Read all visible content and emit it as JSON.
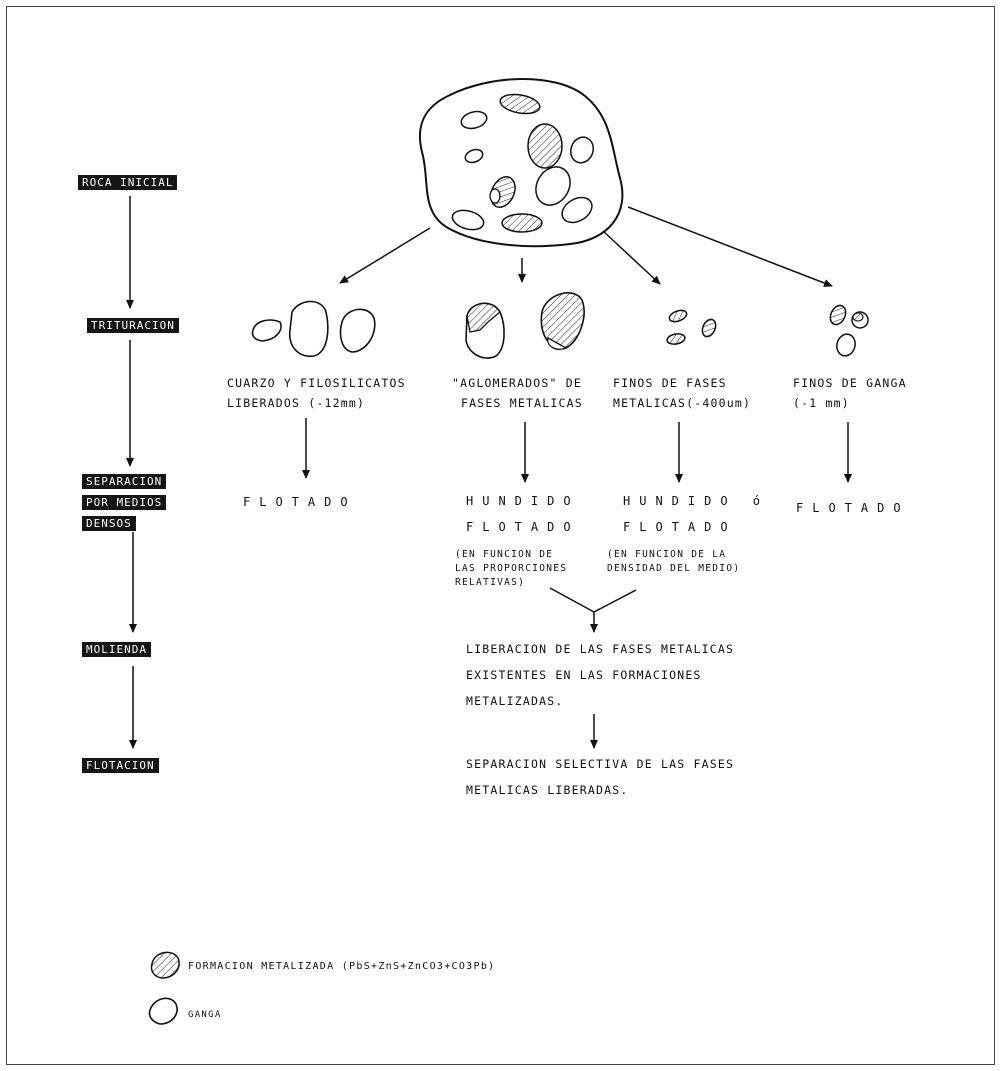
{
  "steps": {
    "roca": "ROCA INICIAL",
    "trituracion": "TRITURACION",
    "separacion": [
      "SEPARACION",
      "POR MEDIOS",
      "DENSOS"
    ],
    "molienda": "MOLIENDA",
    "flotacion": "FLOTACION"
  },
  "columns": [
    {
      "lines": [
        "CUARZO Y FILOSILICATOS",
        "LIBERADOS (-12mm)"
      ],
      "result": [
        "FLOTADO"
      ],
      "note": []
    },
    {
      "lines": [
        "\"AGLOMERADOS\" DE",
        "FASES METALICAS"
      ],
      "result": [
        "HUNDIDO",
        "FLOTADO"
      ],
      "note": [
        "(EN FUNCION DE",
        "LAS PROPORCIONES",
        "RELATIVAS)"
      ]
    },
    {
      "lines": [
        "FINOS DE FASES",
        "METALICAS(-400um)"
      ],
      "result": [
        "HUNDIDO ó",
        "FLOTADO"
      ],
      "note": [
        "(EN FUNCION DE LA",
        "DENSIDAD DEL MEDIO)"
      ]
    },
    {
      "lines": [
        "FINOS DE GANGA",
        "(-1 mm)"
      ],
      "result": [
        "FLOTADO"
      ],
      "note": []
    }
  ],
  "liberacion": [
    "LIBERACION DE LAS FASES METALICAS",
    "EXISTENTES EN LAS FORMACIONES",
    "METALIZADAS."
  ],
  "separacion_selectiva": [
    "SEPARACION SELECTIVA DE LAS FASES",
    "METALICAS LIBERADAS."
  ],
  "legend": {
    "metalizada": "FORMACION METALIZADA (PbS+ZnS+ZnCO3+CO3Pb)",
    "ganga": "GANGA"
  }
}
